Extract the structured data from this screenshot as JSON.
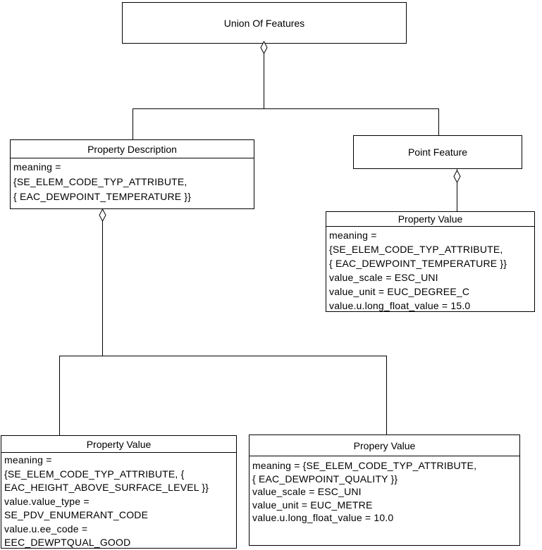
{
  "nodes": {
    "union_of_features": {
      "title": "Union Of Features"
    },
    "property_description": {
      "title": "Property Description",
      "attributes": [
        "meaning =",
        "{SE_ELEM_CODE_TYP_ATTRIBUTE,",
        "{ EAC_DEWPOINT_TEMPERATURE }}"
      ]
    },
    "point_feature": {
      "title": "Point Feature"
    },
    "property_value_temperature": {
      "title": "Property Value",
      "attributes": [
        "meaning =",
        "{SE_ELEM_CODE_TYP_ATTRIBUTE,",
        "{ EAC_DEWPOINT_TEMPERATURE }}",
        "value_scale = ESC_UNI",
        "value_unit = EUC_DEGREE_C",
        "value.u.long_float_value = 15.0"
      ]
    },
    "property_value_height": {
      "title": "Property Value",
      "attributes": [
        "meaning =",
        "{SE_ELEM_CODE_TYP_ATTRIBUTE, {",
        "EAC_HEIGHT_ABOVE_SURFACE_LEVEL }}",
        "value.value_type =",
        "SE_PDV_ENUMERANT_CODE",
        "value.u.ee_code =",
        "EEC_DEWPTQUAL_GOOD"
      ]
    },
    "property_value_quality": {
      "title": "Propery Value",
      "attributes": [
        "meaning = {SE_ELEM_CODE_TYP_ATTRIBUTE,",
        "{ EAC_DEWPOINT_QUALITY }}",
        "value_scale = ESC_UNI",
        "value_unit = EUC_METRE",
        "value.u.long_float_value = 10.0"
      ]
    }
  },
  "colors": {
    "line": "#000000",
    "background": "#ffffff",
    "text": "#000000"
  }
}
